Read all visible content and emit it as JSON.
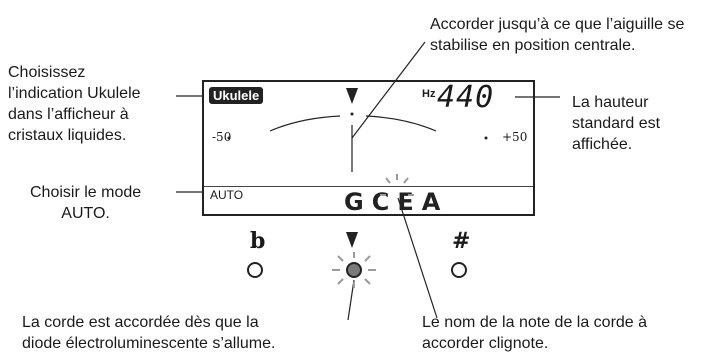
{
  "annotations": {
    "top_right": [
      "Accorder jusqu’à ce que l’aiguille se",
      "stabilise en position centrale."
    ],
    "left_top": [
      "Choisissez",
      "l’indication Ukulele",
      "dans l’afficheur à",
      "cristaux liquides."
    ],
    "right_mid": [
      "La hauteur",
      "standard est",
      "affichée."
    ],
    "left_mid": [
      "Choisir le mode",
      "AUTO."
    ],
    "bottom_left": [
      "La corde est accordée dès que la",
      "diode électroluminescente s’allume."
    ],
    "bottom_right": [
      "Le nom de la note de la corde à",
      "accorder clignote."
    ]
  },
  "lcd": {
    "mode_badge": "Ukulele",
    "hz_label": "Hz",
    "hz_value": "440",
    "scale_min": "-50",
    "scale_max": "+50",
    "auto_label": "AUTO",
    "notes": [
      "G",
      "C",
      "E",
      "A"
    ],
    "active_note": "C"
  },
  "indicators": {
    "flat_symbol": "b",
    "sharp_symbol": "#",
    "center_led_lit": true
  }
}
